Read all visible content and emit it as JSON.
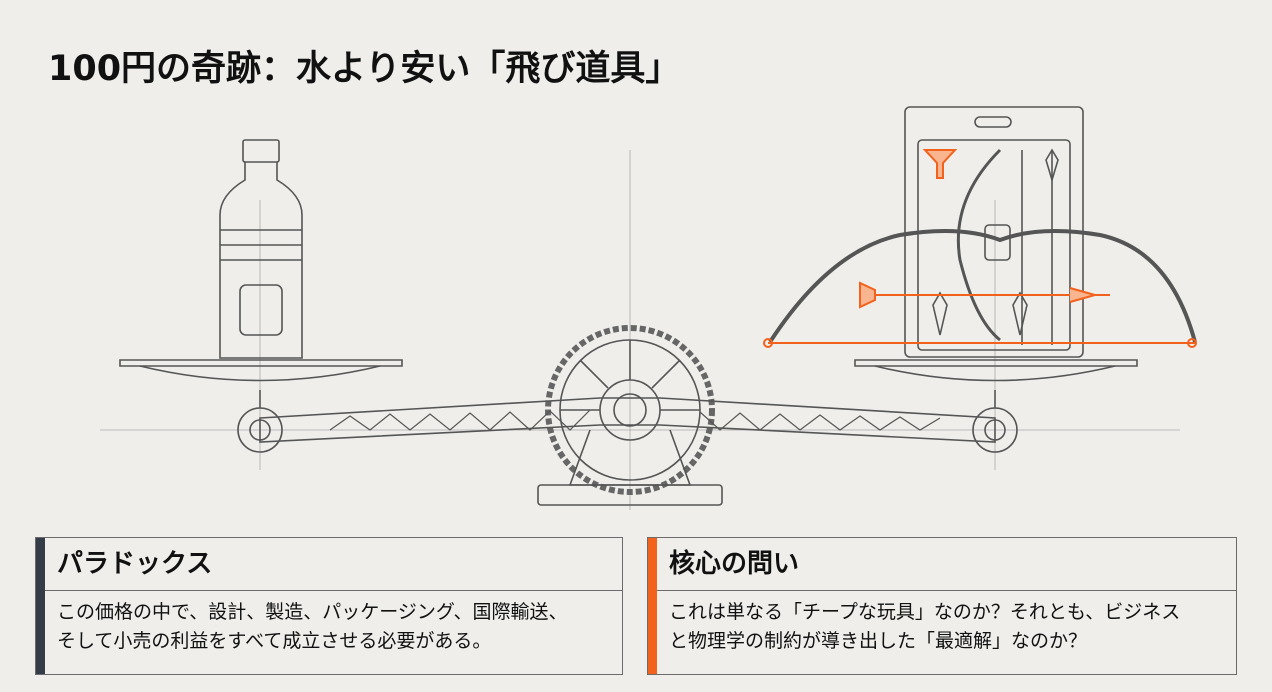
{
  "title": "100円の奇跡：水より安い「飛び道具」",
  "colors": {
    "accent_dark": "#343d47",
    "accent_orange": "#f2621d",
    "background": "#efeeea"
  },
  "cards": [
    {
      "heading": "パラドックス",
      "body_lines": [
        "この価格の中で、設計、製造、パッケージング、国際輸送、",
        "そして小売の利益をすべて成立させる必要がある。"
      ]
    },
    {
      "heading": "核心の問い",
      "body_lines": [
        "これは単なる「チープな玩具」なのか？それとも、ビジネス",
        "と物理学の制約が導き出した「最適解」なのか？"
      ]
    }
  ]
}
